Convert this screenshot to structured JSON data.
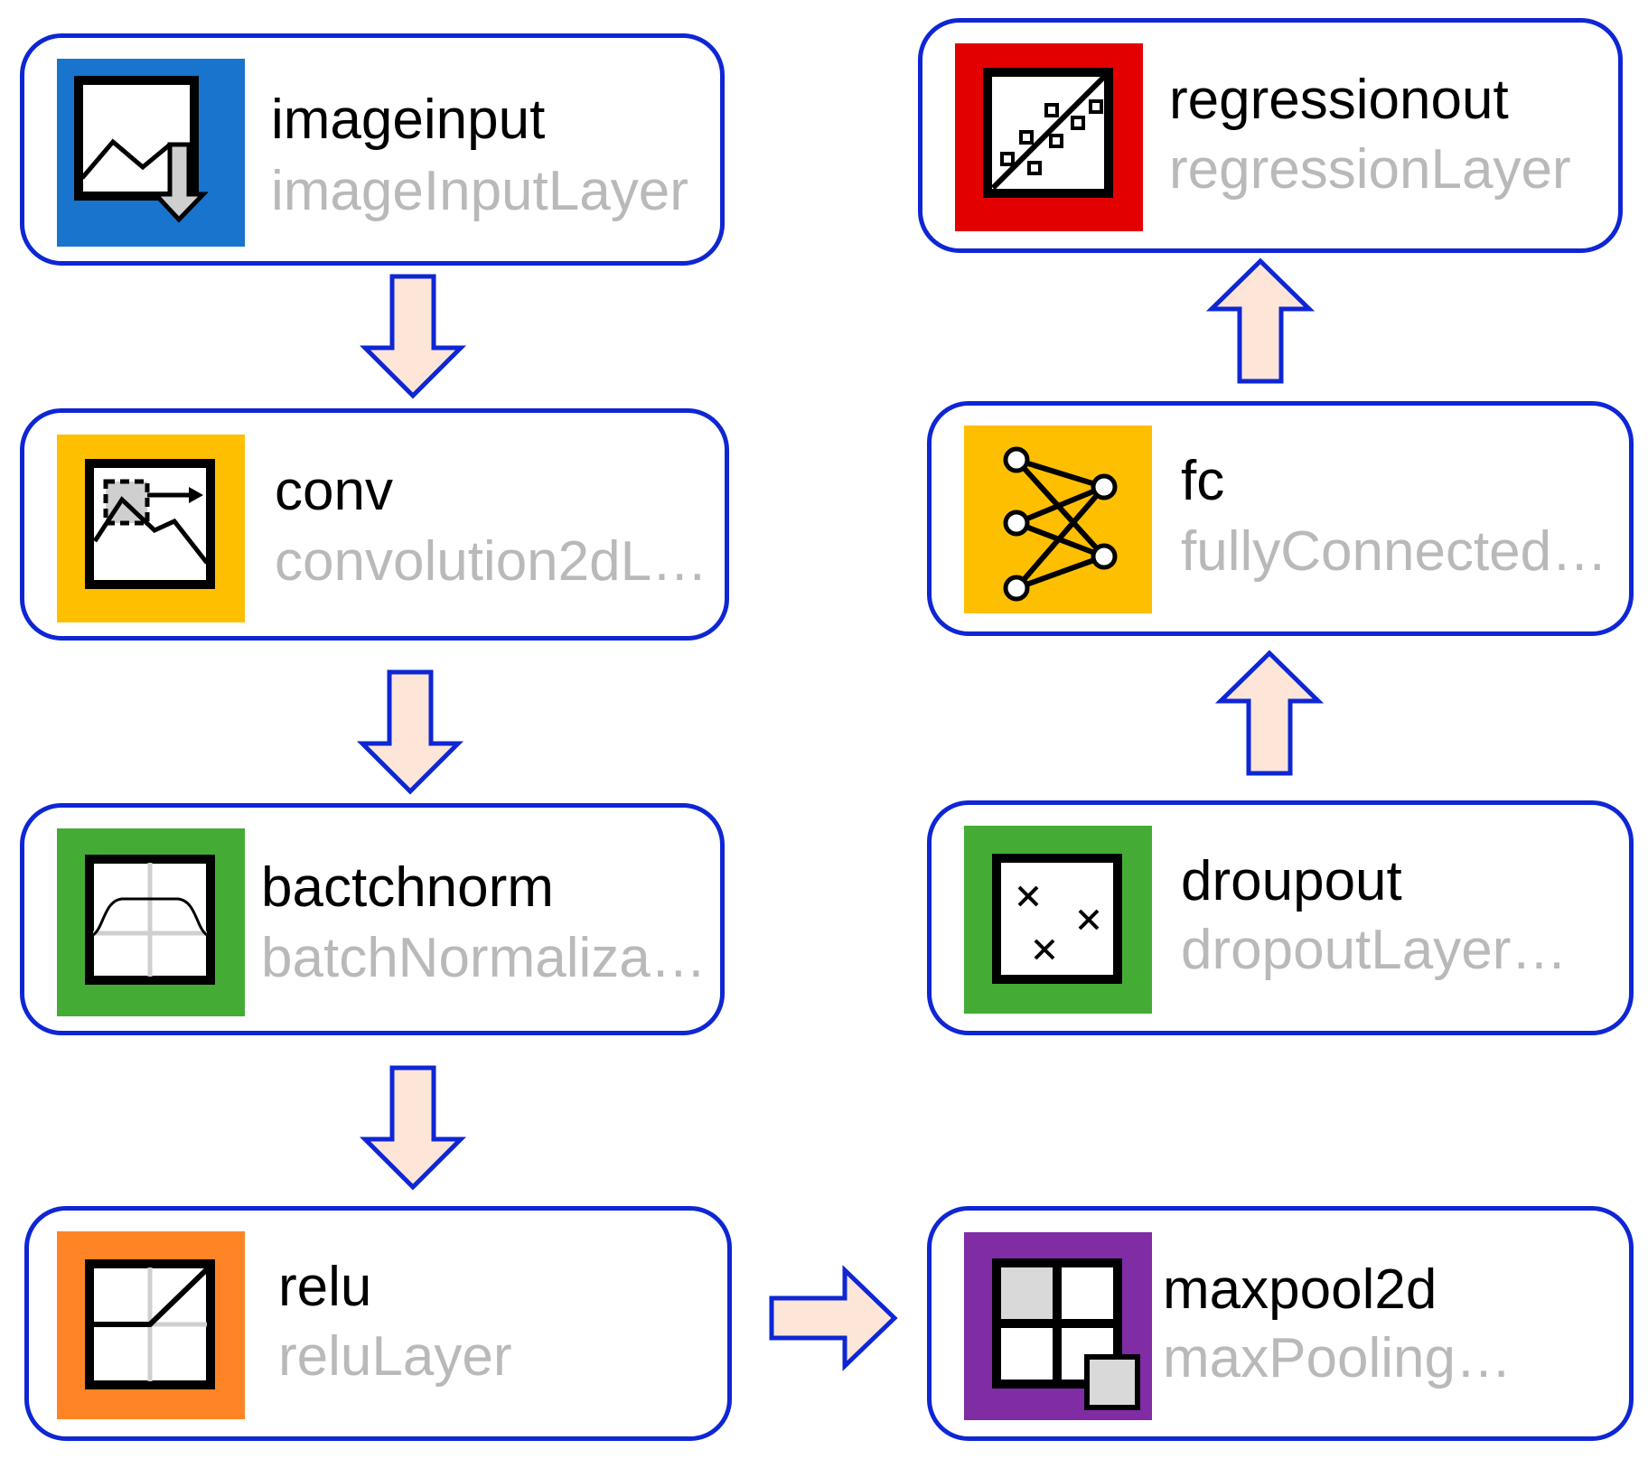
{
  "layers": [
    {
      "name": "imageinput",
      "type": "imageInputLayer",
      "icon": "image-input-icon",
      "color": "#1874cd"
    },
    {
      "name": "conv",
      "type": "convolution2dL…",
      "icon": "convolution-icon",
      "color": "#fdbf00"
    },
    {
      "name": "bactchnorm",
      "type": "batchNormaliza…",
      "icon": "batch-normalization-icon",
      "color": "#44ac35"
    },
    {
      "name": "relu",
      "type": "reluLayer",
      "icon": "relu-icon",
      "color": "#ff8425"
    },
    {
      "name": "maxpool2d",
      "type": "maxPooling…",
      "icon": "max-pooling-icon",
      "color": "#7f2ca5"
    },
    {
      "name": "droupout",
      "type": "dropoutLayer…",
      "icon": "dropout-icon",
      "color": "#44ac35"
    },
    {
      "name": "fc",
      "type": "fullyConnected…",
      "icon": "fully-connected-icon",
      "color": "#fdbf00"
    },
    {
      "name": "regressionout",
      "type": "regressionLayer",
      "icon": "regression-icon",
      "color": "#e30000"
    }
  ],
  "colors": {
    "border": "#0e26d4",
    "arrow_fill": "#fde6d8",
    "subtitle": "#b9b9b9"
  }
}
